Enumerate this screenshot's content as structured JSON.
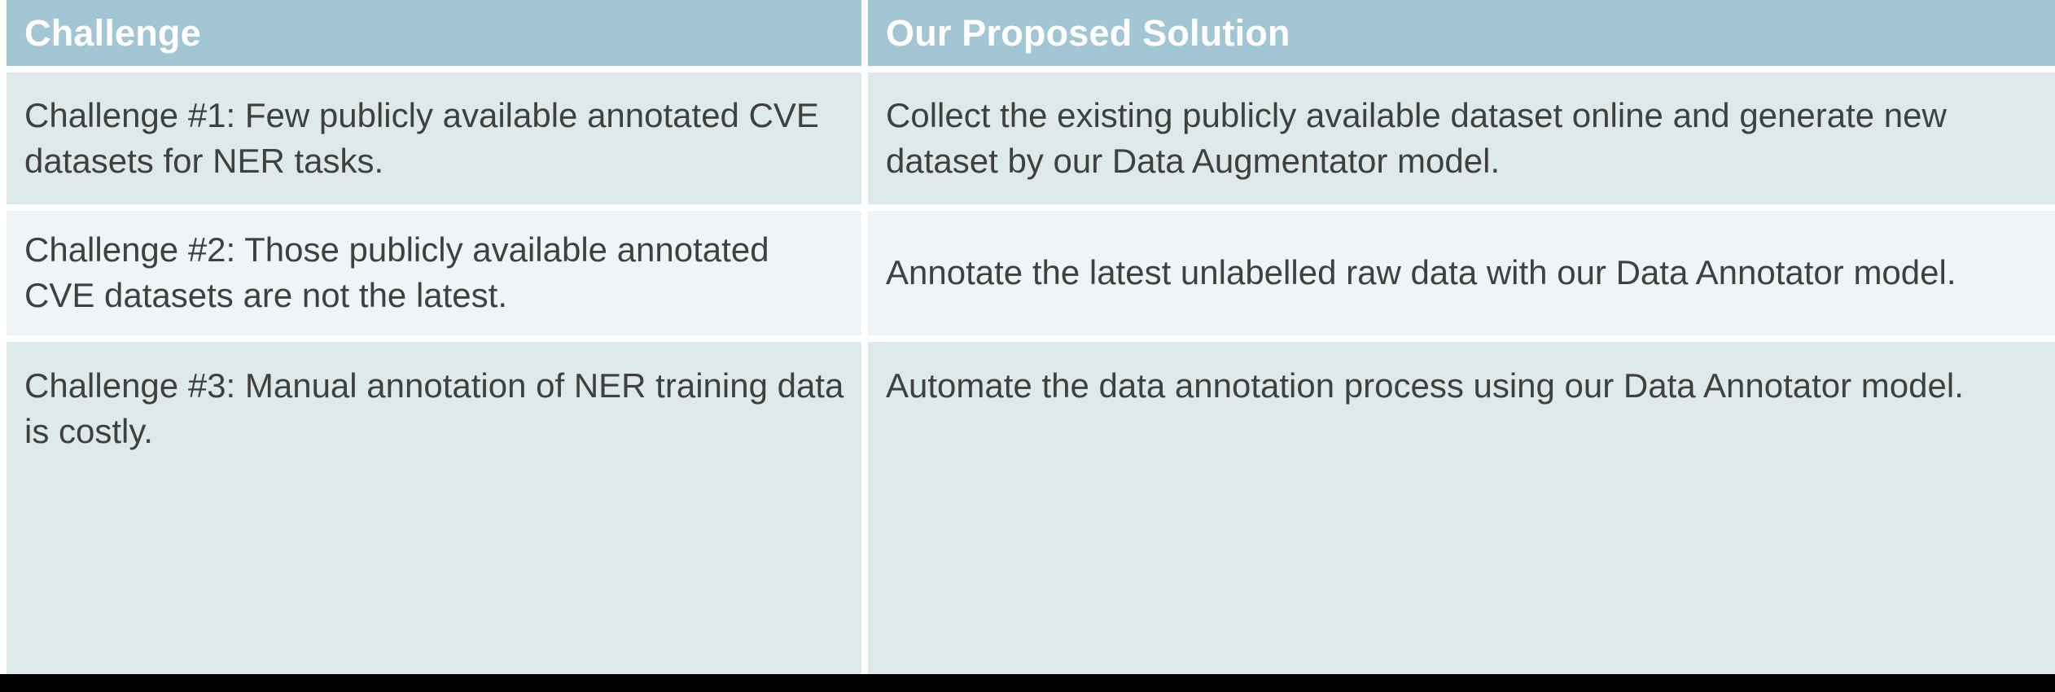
{
  "table": {
    "columns": [
      {
        "key": "challenge",
        "header": "Challenge"
      },
      {
        "key": "solution",
        "header": "Our Proposed Solution"
      }
    ],
    "rows": [
      {
        "challenge": "Challenge #1: Few publicly available annotated CVE datasets for NER tasks.",
        "solution": "Collect the existing publicly available dataset online and generate new dataset by our Data Augmentator model."
      },
      {
        "challenge": "Challenge #2: Those publicly available annotated CVE datasets are not the latest.",
        "solution": "Annotate the latest unlabelled raw data with our Data Annotator model."
      },
      {
        "challenge": "Challenge #3: Manual annotation of NER training data is costly.",
        "solution": "Automate the data annotation process using our Data Annotator model."
      }
    ]
  },
  "colors": {
    "header_background": "#a3c6d4",
    "header_text": "#ffffff",
    "row_band_dark": "#dee9ea",
    "row_band_light": "#eff4f7",
    "body_text": "#404040",
    "bottom_bar": "#000000",
    "page_background": "#ffffff"
  }
}
